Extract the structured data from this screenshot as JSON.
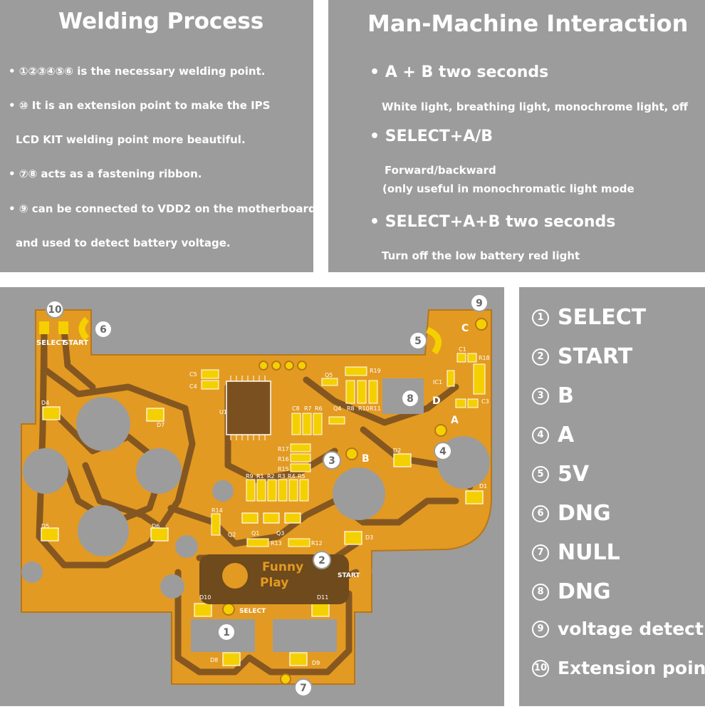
{
  "welding": {
    "title": "Welding Process",
    "lines": [
      "• ①②③④⑤⑥ is the necessary welding point.",
      "• ⑩ It is an extension point to make the IPS",
      "LCD KIT welding point more beautiful.",
      "• ⑦⑧ acts as a fastening ribbon.",
      "• ⑨ can be connected to VDD2 on the motherboard",
      "and used to detect battery voltage."
    ]
  },
  "interaction": {
    "title": "Man-Machine Interaction",
    "items": [
      {
        "head": "• A + B two seconds",
        "desc": [
          "White light, breathing light, monochrome light, off"
        ]
      },
      {
        "head": "• SELECT+A/B",
        "desc": [
          "Forward/backward",
          "(only useful in monochromatic light mode"
        ]
      },
      {
        "head": "• SELECT+A+B two seconds",
        "desc": [
          "Turn off the low battery red light"
        ]
      }
    ]
  },
  "legend": [
    {
      "num": "1",
      "label": "SELECT"
    },
    {
      "num": "2",
      "label": "START"
    },
    {
      "num": "3",
      "label": "B"
    },
    {
      "num": "4",
      "label": "A"
    },
    {
      "num": "5",
      "label": "5V"
    },
    {
      "num": "6",
      "label": "DNG"
    },
    {
      "num": "7",
      "label": "NULL"
    },
    {
      "num": "8",
      "label": "DNG"
    },
    {
      "num": "9",
      "label": "voltage detection"
    },
    {
      "num": "10",
      "label": "Extension point"
    }
  ],
  "board": {
    "pad_labels": [
      "SELECT",
      "START",
      "B",
      "A",
      "C",
      "D",
      "SELECT",
      "START"
    ],
    "callouts": [
      "10",
      "6",
      "5",
      "9",
      "8",
      "3",
      "4",
      "2",
      "1",
      "7"
    ],
    "logo": [
      "Funny",
      "Play"
    ],
    "components": [
      "C5",
      "C4",
      "U1",
      "Q5",
      "R19",
      "C8",
      "R7",
      "R6",
      "Q4",
      "R8",
      "R10",
      "R11",
      "IC1",
      "C1",
      "R18",
      "C3",
      "R17",
      "R16",
      "R15",
      "R9",
      "R1",
      "R2",
      "R3",
      "R4",
      "R5",
      "R14",
      "Q2",
      "Q1",
      "Q3",
      "R13",
      "R12",
      "D1",
      "D2",
      "D3",
      "D4",
      "D5",
      "D6",
      "D7",
      "D8",
      "D9",
      "D10",
      "D11"
    ],
    "colors": {
      "pcb": "#e39a22",
      "trace": "#7b5020",
      "pad": "#f5d000",
      "panel": "#9c9c9c"
    }
  }
}
